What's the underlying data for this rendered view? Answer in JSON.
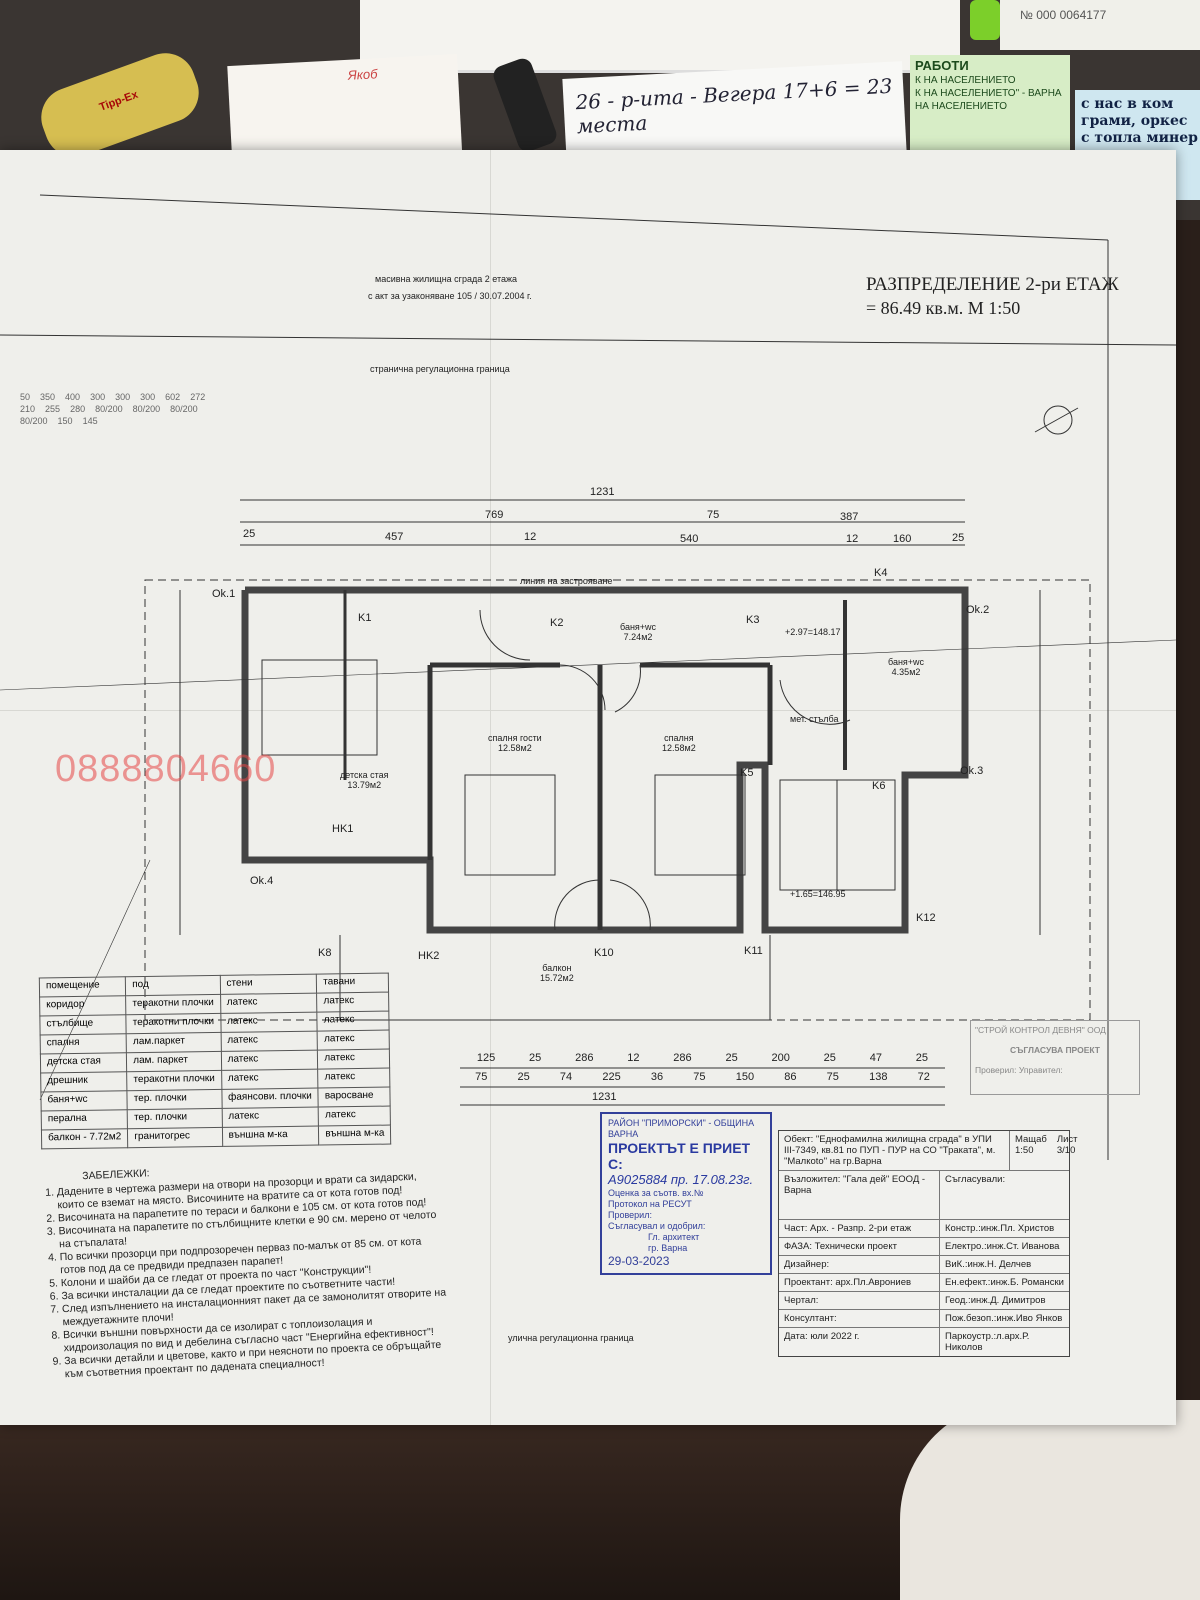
{
  "desk": {
    "notepad_text": "Якоб",
    "handwritten_note": "26 - р-ита - Вегера  17+6 = 23 места",
    "green_note_lines": [
      "РАБОТИ",
      "К НА НАСЕЛЕНИЕТО",
      "К НА НАСЕЛЕНИЕТО\" - ВАРНА",
      "НА НАСЕЛЕНИЕТО"
    ],
    "blue_card_lines": [
      "с нас в ком",
      "грами, оркес",
      "с топла минер"
    ],
    "receipt_number": "№ 000 0064177",
    "tape_label": "Tipp-Ex"
  },
  "drawing": {
    "title": "РАЗПРЕДЕЛЕНИЕ 2-ри ЕТАЖ",
    "area_scale": "= 86.49 кв.м.    М 1:50",
    "header_note_1": "масивна жилищна сграда 2 етажа",
    "header_note_2": "с акт за узаконяване 105 / 30.07.2004 г.",
    "side_boundary": "странична регулационна граница",
    "street_boundary": "улична регулационна граница",
    "building_line": "линия на застрояване",
    "watermark_phone": "0888804660",
    "rooms": [
      {
        "name": "баня+wc",
        "area": "7.24м2"
      },
      {
        "name": "спалня гости",
        "area": "12.58м2"
      },
      {
        "name": "спалня",
        "area": "12.58м2"
      },
      {
        "name": "детска стая",
        "area": "13.79м2"
      },
      {
        "name": "баня+wc",
        "area": "4.35м2"
      },
      {
        "name": "балкон",
        "area": "15.72м2"
      },
      {
        "name": "мет. стълба",
        "area": ""
      }
    ],
    "columns": [
      "Ok.1",
      "K1",
      "K2",
      "K3",
      "K4",
      "Ok.2",
      "Ok.3",
      "K5",
      "K6",
      "HK1",
      "Ok.4",
      "K8",
      "HK2",
      "K10",
      "K11",
      "K12"
    ],
    "elevations": [
      "+2.97=148.17",
      "+1.65=146.95"
    ],
    "dimensions_top": [
      "1231",
      "769",
      "457",
      "12",
      "75",
      "540",
      "387",
      "12",
      "160",
      "25",
      "25"
    ],
    "dimensions_bottom_1": [
      "125",
      "25",
      "286",
      "12",
      "286",
      "25",
      "200",
      "25",
      "47",
      "25"
    ],
    "dimensions_bottom_2": [
      "75",
      "25",
      "74",
      "225",
      "36",
      "75",
      "150",
      "86",
      "75",
      "138",
      "72"
    ],
    "dimension_total_bottom": "1231",
    "dimensions_misc": [
      "50",
      "350",
      "400",
      "300",
      "300",
      "300",
      "602",
      "272",
      "210",
      "255",
      "280",
      "80/200",
      "80/200",
      "80/200",
      "80/200",
      "150",
      "145"
    ]
  },
  "finish_table": {
    "headers": [
      "помещение",
      "под",
      "стени",
      "тавани"
    ],
    "rows": [
      [
        "коридор",
        "теракотни плочки",
        "латекс",
        "латекс"
      ],
      [
        "стълбище",
        "теракотни плочки",
        "латекс",
        "латекс"
      ],
      [
        "спалня",
        "лам.паркет",
        "латекс",
        "латекс"
      ],
      [
        "детска стая",
        "лам. паркет",
        "латекс",
        "латекс"
      ],
      [
        "дрешник",
        "теракотни плочки",
        "латекс",
        "латекс"
      ],
      [
        "баня+wc",
        "тер. плочки",
        "фаянсови. плочки",
        "варосване"
      ],
      [
        "перална",
        "тер. плочки",
        "латекс",
        "латекс"
      ],
      [
        "балкон - 7.72м2",
        "гранитогрес",
        "външна м-ка",
        "външна м-ка"
      ]
    ]
  },
  "notes": {
    "heading": "ЗАБЕЛЕЖКИ:",
    "items": [
      "Дадените в чертежа размери на отвори на прозорци и врати са зидарски, които се вземат на място. Височините на вратите са от кота готов под!",
      "Височината на парапетите по тераси и балкони е 105 см. от кота готов под!",
      "Височината на парапетите по стълбищните клетки е 90 см. мерено от челото на стъпалата!",
      "По всички прозорци при подпрозоречен перваз по-малък от 85 см. от кота готов под да се предвиди предпазен парапет!",
      "Колони и шайби да се гледат от проекта по част \"Конструкции\"!",
      "За всички инсталации да се гледат проектите по съответните части!",
      "След изпълнението на инсталационният пакет да се замонолитят отворите на междуетажните плочи!",
      "Всички външни повърхности да се изолират с топлоизолация и хидроизолация по вид и дебелина съгласно част \"Енергийна ефективност\"!",
      "За всички детайли и цветове, както и при неясноти по проекта се обръщайте към съответния проектант по дадената специалност!"
    ]
  },
  "stamp": {
    "header": "РАЙОН \"ПРИМОРСКИ\" - ОБЩИНА ВАРНА",
    "title": "ПРОЕКТЪТ Е ПРИЕТ С:",
    "handwritten_number": "А9025884 пр. 17.08.23г.",
    "lines": [
      "Оценка за съотв. вх.№",
      "Протокол на РЕСУТ",
      "Проверил:",
      "Съгласувал и одобрил:",
      "Гл. архитект"
    ],
    "city": "гр. Варна",
    "date": "29-03-2023"
  },
  "title_block": {
    "object": "Обект: \"Еднофамилна жилищна сграда\" в УПИ III-7349, кв.81 по ПУП - ПУР на СО \"Траката\", м. \"Малкоto\" на гр.Варна",
    "scale_label": "Мащаб",
    "scale": "1:50",
    "sheet_label": "Лист",
    "sheet": "3/10",
    "client": "Възложител: \"Гала дей\" ЕООД - Варна",
    "agreed": "Съгласували:",
    "left_rows": [
      "Част: Арх. - Разпр. 2-ри етаж",
      "ФАЗА: Технически проект",
      "Дизайнер:",
      "Проектант: арх.Пл.Аврониев",
      "Чертал:",
      "Консултант:",
      "Дата: юли 2022 г."
    ],
    "right_rows": [
      "Констр.:инж.Пл. Христов",
      "Електро.:инж.Ст. Иванова",
      "ВиК.:инж.Н. Делчев",
      "Ен.ефект.:инж.Б. Романски",
      "Геод.:инж.Д. Димитров",
      "Пож.безоп.:инж.Иво Янков",
      "Паркоустр.:л.арх.Р. Николов"
    ]
  },
  "approval_stamp": {
    "line1": "\"СТРОЙ КОНТРОЛ ДЕВНЯ\" ООД",
    "line2": "СЪГЛАСУВА ПРОЕКТ",
    "line3": "Проверил:        Управител:"
  }
}
